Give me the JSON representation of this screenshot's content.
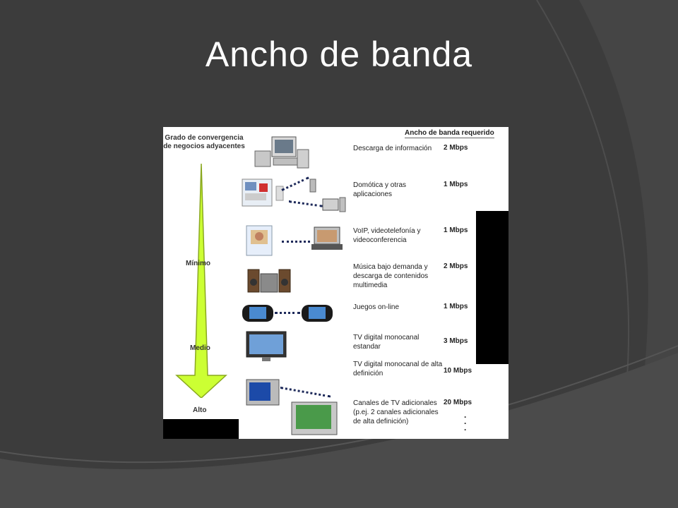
{
  "slide": {
    "title": "Ancho de banda"
  },
  "colors": {
    "background": "#3c3c3c",
    "arrow_fill": "#ccff33",
    "arrow_stroke": "#8aa820"
  },
  "figure": {
    "axis_title": "Grado de convergencia de negocios adyacentes",
    "levels": [
      "Mínimo",
      "Medio",
      "Alto"
    ],
    "column_header": "Ancho de banda requerido",
    "rows": [
      {
        "description": "Descarga de información",
        "bandwidth": "2 Mbps",
        "device": "desktop-computer-icon"
      },
      {
        "description": "Domótica y otras aplicaciones",
        "bandwidth": "1 Mbps",
        "device": "home-automation-icon"
      },
      {
        "description": "VoIP, videotelefonía y videoconferencia",
        "bandwidth": "1 Mbps",
        "device": "videophone-icon"
      },
      {
        "description": "Música bajo demanda y descarga de contenidos multimedia",
        "bandwidth": "2 Mbps",
        "device": "stereo-system-icon"
      },
      {
        "description": "Juegos on-line",
        "bandwidth": "1 Mbps",
        "device": "handheld-console-icon"
      },
      {
        "description": "TV digital monocanal estandar",
        "bandwidth": "3 Mbps",
        "device": "flat-tv-icon"
      },
      {
        "description": "TV digital monocanal de alta definición",
        "bandwidth": "10 Mbps",
        "device": ""
      },
      {
        "description": "Canales de TV adicionales (p.ej. 2 canales adicionales de alta definición)",
        "bandwidth": "20 Mbps",
        "device": "crt-tv-icon"
      }
    ],
    "continuation": ".\n.\n."
  }
}
